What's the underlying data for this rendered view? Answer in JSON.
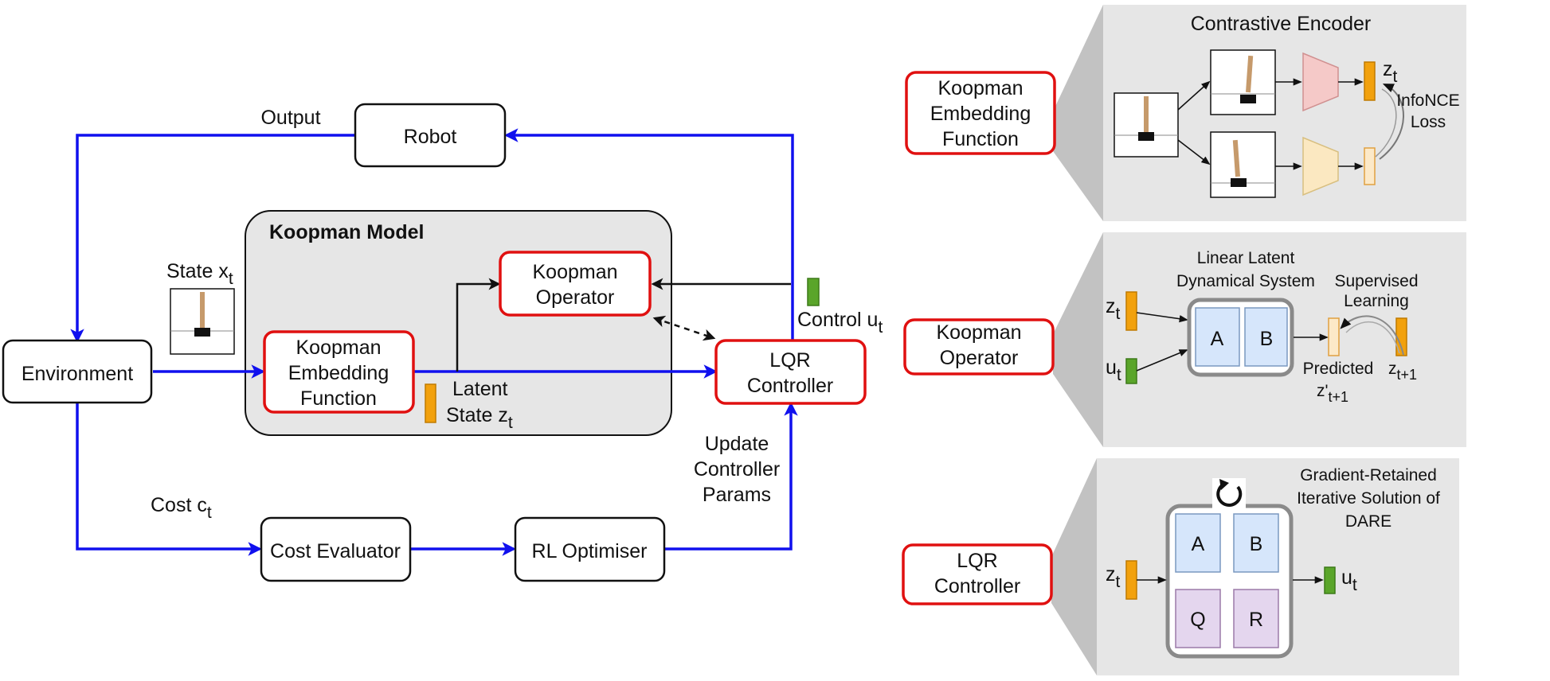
{
  "left": {
    "output_label": "Output",
    "robot": "Robot",
    "environment": "Environment",
    "koopman_model_title": "Koopman Model",
    "state_label": "State x",
    "state_sub": "t",
    "koopman_operator": [
      "Koopman",
      "Operator"
    ],
    "koopman_embedding": [
      "Koopman",
      "Embedding",
      "Function"
    ],
    "latent_label": [
      "Latent",
      "State z"
    ],
    "latent_sub": "t",
    "lqr": [
      "LQR",
      "Controller"
    ],
    "control_label": "Control u",
    "control_sub": "t",
    "update_label": [
      "Update",
      "Controller",
      "Params"
    ],
    "cost_label": "Cost c",
    "cost_sub": "t",
    "cost_evaluator": "Cost Evaluator",
    "rl_optimiser": "RL Optimiser"
  },
  "right": {
    "panel1": {
      "callout": [
        "Koopman",
        "Embedding",
        "Function"
      ],
      "title": "Contrastive Encoder",
      "z_label": "z",
      "z_sub": "t",
      "loss": [
        "InfoNCE",
        "Loss"
      ]
    },
    "panel2": {
      "callout": [
        "Koopman",
        "Operator"
      ],
      "title": [
        "Linear Latent",
        "Dynamical System"
      ],
      "z_label": "z",
      "z_sub": "t",
      "u_label": "u",
      "u_sub": "t",
      "mat_a": "A",
      "mat_b": "B",
      "supervised": [
        "Supervised",
        "Learning"
      ],
      "predicted": "Predicted",
      "zprime": "z'",
      "zprime_sub": "t+1",
      "znext": "z",
      "znext_sub": "t+1"
    },
    "panel3": {
      "callout": [
        "LQR",
        "Controller"
      ],
      "title": [
        "Gradient-Retained",
        "Iterative Solution of",
        "DARE"
      ],
      "z_label": "z",
      "z_sub": "t",
      "u_label": "u",
      "u_sub": "t",
      "mat_a": "A",
      "mat_b": "B",
      "mat_q": "Q",
      "mat_r": "R"
    }
  },
  "colors": {
    "red_border": "#e01010",
    "blue_arrow": "#1010ee",
    "latent_orange": "#f2a10d",
    "control_green": "#5aa52a",
    "panel_gray": "#e6e6e6",
    "matrix_blue": "#d6e6fb",
    "matrix_purple": "#e4d6ee"
  },
  "icons": [
    "cartpole-icon",
    "refresh-icon",
    "encoder-trapezoid-icon"
  ]
}
